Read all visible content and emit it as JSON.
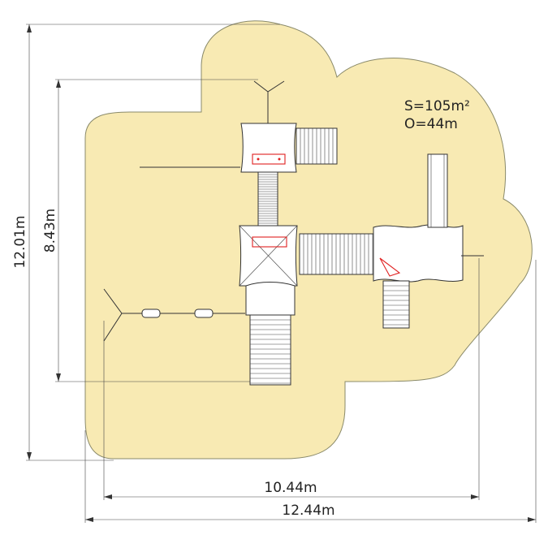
{
  "safety_zone": {
    "color": "#f8eab3",
    "stroke": "#8a8a6a"
  },
  "labels": {
    "area": "S=105m²",
    "perimeter": "O=44m"
  },
  "dimensions": {
    "total_height": "12.01m",
    "structure_height": "8.43m",
    "structure_width": "10.44m",
    "total_width": "12.44m"
  },
  "components": [
    "top-platform",
    "roof-platform-main",
    "right-platform",
    "swing-beam",
    "slide",
    "climbing-net-bridge",
    "stairs",
    "ladder",
    "bridge-ramp"
  ]
}
